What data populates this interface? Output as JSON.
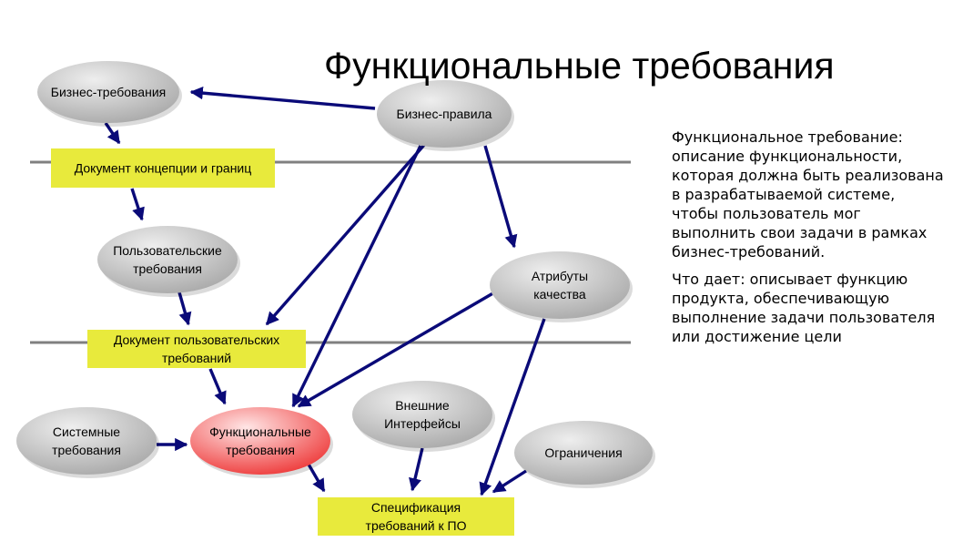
{
  "slide": {
    "title": "Функциональные требования",
    "description": {
      "definition": "Функциональное требование: описание функциональности, которая должна быть реализована в разрабатываемой системе, чтобы пользователь мог выполнить свои задачи в рамках бизнес-требований.",
      "purpose": "Что дает: описывает функцию продукта, обеспечивающую выполнение задачи пользователя или достижение цели"
    }
  },
  "diagram": {
    "colors": {
      "arrow": "#0a0a78",
      "separator": "#808080",
      "ellipse_light": "#eeeeee",
      "ellipse_dark": "#a9a9a9",
      "highlight_light": "#ffe6e6",
      "highlight_dark": "#ee3a3a",
      "document_fill": "#e8ea3c"
    },
    "nodes": [
      {
        "id": "business-req",
        "shape": "ellipse",
        "lines": [
          "Бизнес-требования"
        ]
      },
      {
        "id": "business-rules",
        "shape": "ellipse",
        "lines": [
          "Бизнес-правила"
        ]
      },
      {
        "id": "vision-doc",
        "shape": "document",
        "lines": [
          "Документ концепции и границ"
        ]
      },
      {
        "id": "user-req",
        "shape": "ellipse",
        "lines": [
          "Пользовательские",
          "требования"
        ]
      },
      {
        "id": "quality-attr",
        "shape": "ellipse",
        "lines": [
          "Атрибуты",
          "качества"
        ]
      },
      {
        "id": "user-req-doc",
        "shape": "document",
        "lines": [
          "Документ пользовательских",
          "требований"
        ]
      },
      {
        "id": "system-req",
        "shape": "ellipse",
        "lines": [
          "Системные",
          "требования"
        ]
      },
      {
        "id": "functional-req",
        "shape": "ellipse",
        "highlight": true,
        "lines": [
          "Функциональные",
          "требования"
        ]
      },
      {
        "id": "external-interfaces",
        "shape": "ellipse",
        "lines": [
          "Внешние",
          "Интерфейсы"
        ]
      },
      {
        "id": "constraints",
        "shape": "ellipse",
        "lines": [
          "Ограничения"
        ]
      },
      {
        "id": "srs",
        "shape": "document",
        "lines": [
          "Спецификация",
          "требований к ПО"
        ]
      }
    ],
    "edges": [
      {
        "from": "business-rules",
        "to": "business-req"
      },
      {
        "from": "business-req",
        "to": "vision-doc"
      },
      {
        "from": "vision-doc",
        "to": "user-req"
      },
      {
        "from": "user-req",
        "to": "user-req-doc"
      },
      {
        "from": "business-rules",
        "to": "user-req-doc"
      },
      {
        "from": "business-rules",
        "to": "functional-req"
      },
      {
        "from": "business-rules",
        "to": "quality-attr"
      },
      {
        "from": "quality-attr",
        "to": "functional-req"
      },
      {
        "from": "quality-attr",
        "to": "srs"
      },
      {
        "from": "user-req-doc",
        "to": "functional-req"
      },
      {
        "from": "system-req",
        "to": "functional-req"
      },
      {
        "from": "functional-req",
        "to": "srs"
      },
      {
        "from": "external-interfaces",
        "to": "srs"
      },
      {
        "from": "constraints",
        "to": "srs"
      }
    ]
  }
}
